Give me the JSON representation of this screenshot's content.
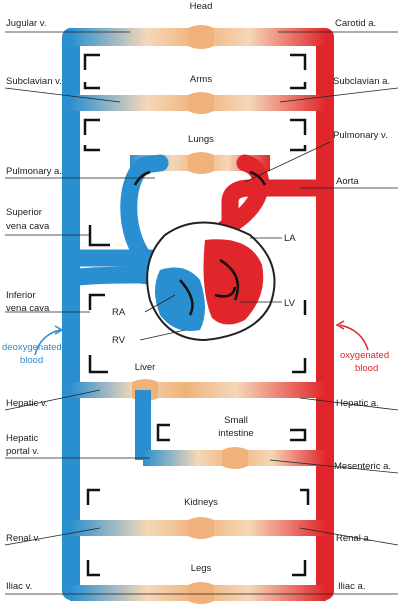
{
  "organs": {
    "head": "Head",
    "arms": "Arms",
    "lungs": "Lungs",
    "liver": "Liver",
    "small_intestine_line1": "Small",
    "small_intestine_line2": "intestine",
    "kidneys": "Kidneys",
    "legs": "Legs"
  },
  "left_labels": {
    "jugular_v": "Jugular v.",
    "subclavian_v": "Subclavian v.",
    "pulmonary_a": "Pulmonary a.",
    "superior_vena_cava_1": "Superior",
    "superior_vena_cava_2": "vena cava",
    "inferior_vena_cava_1": "Inferior",
    "inferior_vena_cava_2": "vena cava",
    "hepatic_v": "Hepatic v.",
    "hepatic_portal_1": "Hepatic",
    "hepatic_portal_2": "portal v.",
    "renal_v": "Renal v.",
    "iliac_v": "Iliac v."
  },
  "right_labels": {
    "carotid_a": "Carotid a.",
    "subclavian_a": "Subclavian a.",
    "pulmonary_v": "Pulmonary v.",
    "aorta": "Aorta",
    "hepatic_a": "Hepatic a.",
    "mesenteric_a": "Mesenteric a.",
    "renal_a": "Renal a.",
    "iliac_a": "Iliac a."
  },
  "heart_labels": {
    "la": "LA",
    "lv": "LV",
    "ra": "RA",
    "rv": "RV"
  },
  "blood_labels": {
    "deoxygenated_1": "deoxygenated",
    "deoxygenated_2": "blood",
    "oxygenated_1": "oxygenated",
    "oxygenated_2": "blood"
  },
  "colors": {
    "deoxygenated": "#2a8fd0",
    "oxygenated": "#e0262b",
    "capillary": "#f2c9a0"
  }
}
